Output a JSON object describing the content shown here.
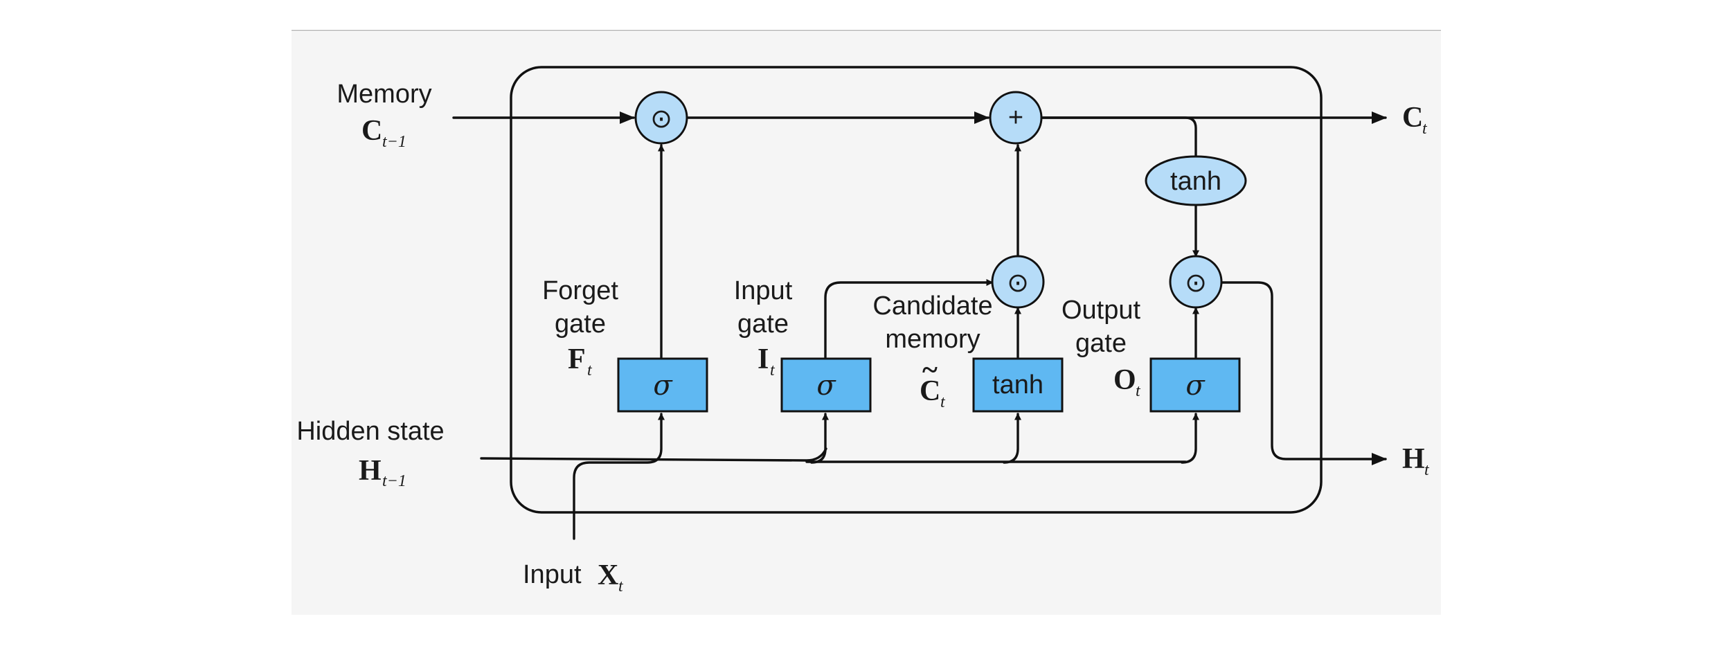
{
  "labels": {
    "memory": "Memory",
    "c_prev": "C",
    "c_prev_sub": "t−1",
    "hidden_state": "Hidden state",
    "h_prev": "H",
    "h_prev_sub": "t−1",
    "input_prefix": "Input",
    "x_t": "X",
    "x_t_sub": "t",
    "c_t": "C",
    "c_t_sub": "t",
    "h_t": "H",
    "h_t_sub": "t",
    "forget_gate_line1": "Forget",
    "forget_gate_line2": "gate",
    "f_t": "F",
    "f_t_sub": "t",
    "input_gate_line1": "Input",
    "input_gate_line2": "gate",
    "i_t": "I",
    "i_t_sub": "t",
    "candidate_line1": "Candidate",
    "candidate_line2": "memory",
    "ctilde": "C",
    "ctilde_accent": "~",
    "ctilde_sub": "t",
    "output_gate_line1": "Output",
    "output_gate_line2": "gate",
    "o_t": "O",
    "o_t_sub": "t"
  },
  "boxes": {
    "forget": "σ",
    "input": "σ",
    "candidate": "tanh",
    "output": "σ"
  },
  "ellipse": {
    "label": "tanh"
  },
  "nodes": {
    "forget_mult": "⊙",
    "add": "+",
    "candidate_mult": "⊙",
    "output_mult": "⊙"
  }
}
